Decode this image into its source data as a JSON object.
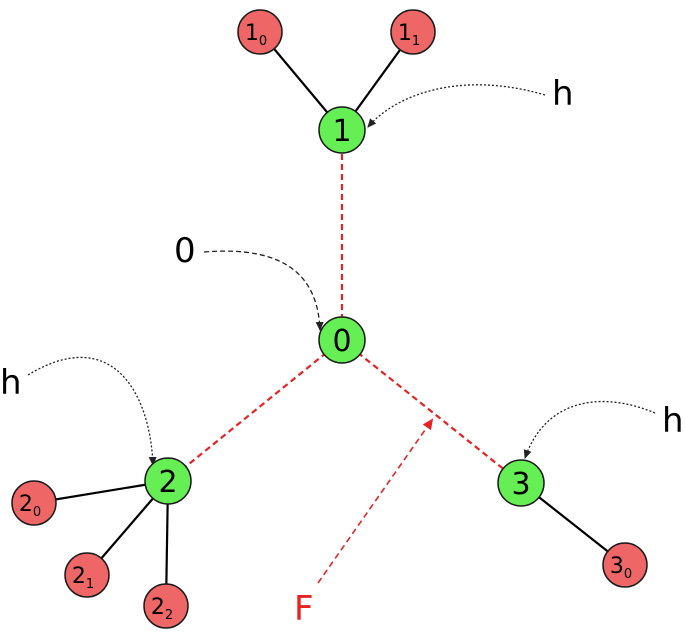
{
  "colors": {
    "green_node_fill": "#66ee55",
    "red_node_fill": "#ee6666",
    "node_stroke": "#1a1a1a",
    "red_edge": "#e82222",
    "black_edge": "#000000",
    "annotation_arrow": "#222222",
    "f_label": "#e82222",
    "text": "#000000"
  },
  "nodes": {
    "n0": {
      "label": "0"
    },
    "n1": {
      "label": "1"
    },
    "n2": {
      "label": "2"
    },
    "n3": {
      "label": "3"
    },
    "l10": {
      "label": "1",
      "sub": "0"
    },
    "l11": {
      "label": "1",
      "sub": "1"
    },
    "l20": {
      "label": "2",
      "sub": "0"
    },
    "l21": {
      "label": "2",
      "sub": "1"
    },
    "l22": {
      "label": "2",
      "sub": "2"
    },
    "l30": {
      "label": "3",
      "sub": "0"
    }
  },
  "annotations": {
    "h_top": "h",
    "h_left": "h",
    "h_right": "h",
    "zero": "0",
    "f": "F"
  }
}
